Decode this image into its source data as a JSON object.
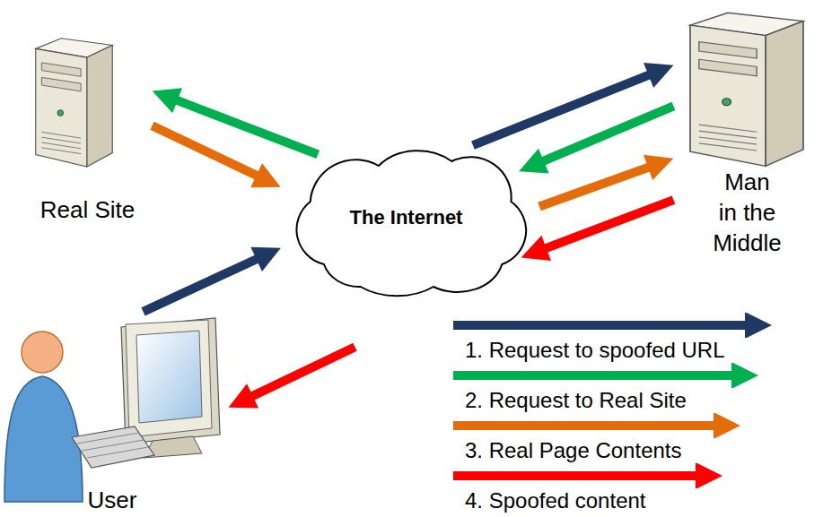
{
  "diagram": {
    "nodes": [
      {
        "text": [
          "Real Site"
        ]
      },
      {
        "text": [
          "The Internet"
        ]
      },
      {
        "text": [
          "Man in the Middle"
        ]
      },
      {
        "text": [
          "User"
        ]
      }
    ],
    "edges": [
      {
        "from": 3,
        "to": 1,
        "arrow": "to"
      },
      {
        "from": 1,
        "to": 2,
        "arrow": "to"
      },
      {
        "from": 2,
        "to": 1,
        "arrow": "to"
      },
      {
        "from": 1,
        "to": 0,
        "arrow": "to"
      },
      {
        "from": 0,
        "to": 1,
        "arrow": "to"
      },
      {
        "from": 1,
        "to": 2,
        "arrow": "to"
      },
      {
        "from": 2,
        "to": 1,
        "arrow": "to"
      },
      {
        "from": 1,
        "to": 3,
        "arrow": "to"
      }
    ],
    "legend": [
      {
        "text": "1. Request to spoofed URL",
        "color": "#203864"
      },
      {
        "text": "2. Request to Real Site",
        "color": "#00b050"
      },
      {
        "text": "3. Real Page Contents",
        "color": "#e46c0a"
      },
      {
        "text": "4. Spoofed content",
        "color": "#ff0000"
      }
    ]
  }
}
